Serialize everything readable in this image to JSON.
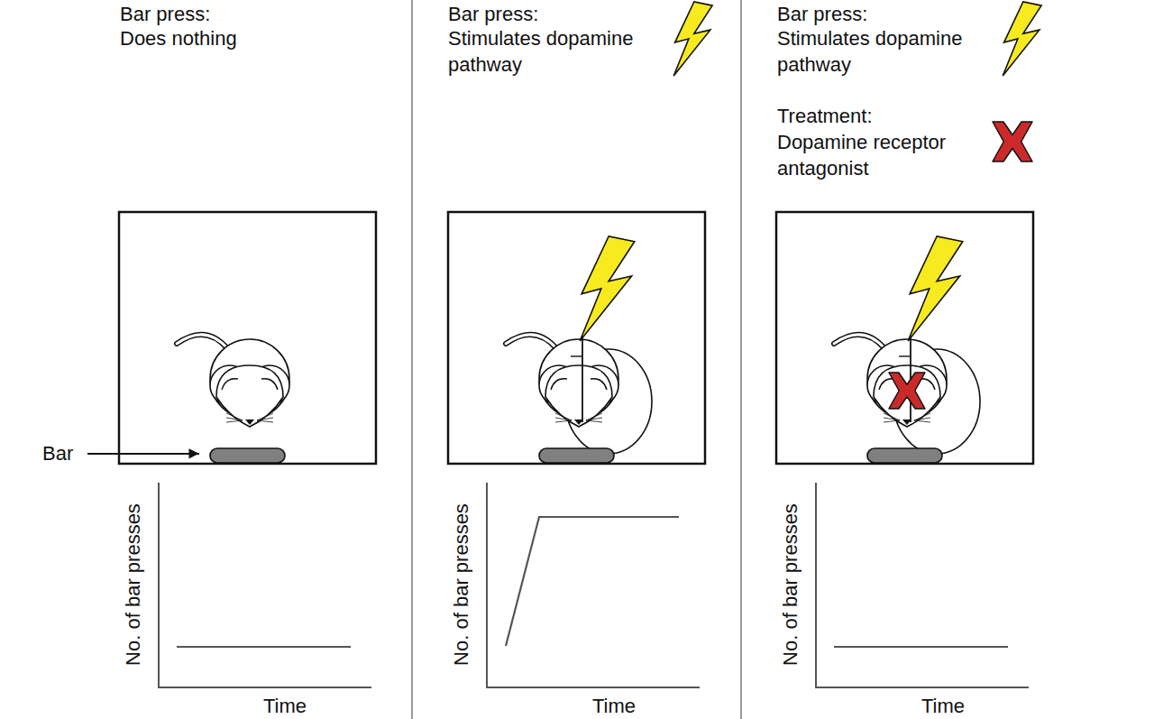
{
  "diagram": {
    "labels": [
      "Bar press:",
      "Does nothing",
      "Bar press:",
      "Stimulates dopamine pathway",
      "Bar press:",
      "Stimulates dopamine pathway",
      "Treatment:",
      "Dopamine receptor antagonist",
      "Bar",
      "No. of bar presses",
      "Time",
      "No. of bar presses",
      "Time",
      "No. of bar presses",
      "Time"
    ]
  }
}
